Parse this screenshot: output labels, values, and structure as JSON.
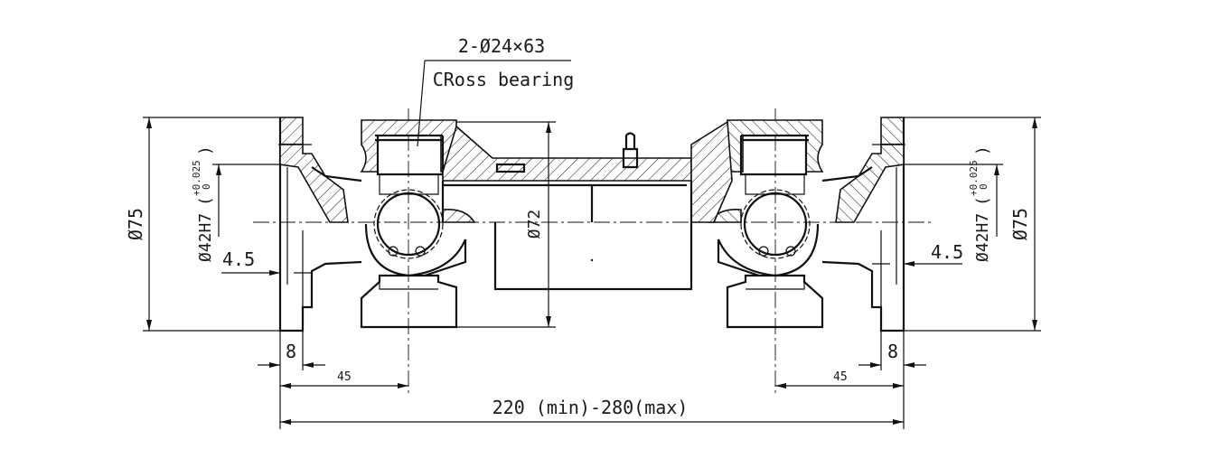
{
  "drawing": {
    "callout_spec": "2-Ø24×63",
    "callout_name": "CRoss bearing",
    "left": {
      "flange_diameter": "Ø75",
      "bore": "Ø42H7",
      "bore_tol_upper": "+0.025",
      "bore_tol_lower": "0",
      "spigot": "4.5",
      "flange_thickness": "8",
      "joint_offset": "45"
    },
    "right": {
      "flange_diameter": "Ø75",
      "bore": "Ø42H7",
      "bore_tol_upper": "+0.025",
      "bore_tol_lower": "0",
      "spigot": "4.5",
      "flange_thickness": "8",
      "joint_offset": "45"
    },
    "tube_diameter": "Ø72",
    "overall_length": "220 (min)-280(max)"
  }
}
